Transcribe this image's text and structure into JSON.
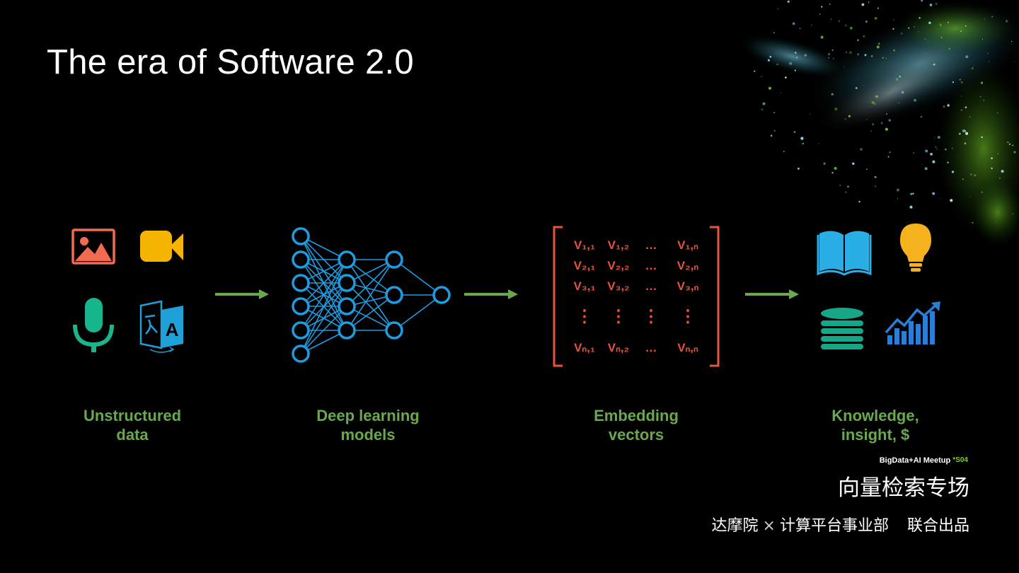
{
  "slide": {
    "title": "The era of Software 2.0"
  },
  "stages": [
    {
      "line1": "Unstructured",
      "line2": "data"
    },
    {
      "line1": "Deep learning",
      "line2": "models"
    },
    {
      "line1": "Embedding",
      "line2": "vectors"
    },
    {
      "line1": "Knowledge,",
      "line2": "insight, $"
    }
  ],
  "matrix": {
    "rows": [
      [
        "V₁,₁",
        "V₁,₂",
        "…",
        "V₁,ₙ"
      ],
      [
        "V₂,₁",
        "V₂,₂",
        "…",
        "V₂,ₙ"
      ],
      [
        "V₃,₁",
        "V₃,₂",
        "…",
        "V₃,ₙ"
      ],
      [
        "⋮",
        "⋮",
        "⋮",
        "⋮"
      ],
      [
        "Vₙ,₁",
        "Vₙ,₂",
        "…",
        "Vₙ,ₙ"
      ]
    ]
  },
  "icons": {
    "input": [
      "image-icon",
      "video-camera-icon",
      "microphone-icon",
      "translate-icon"
    ],
    "output": [
      "book-icon",
      "lightbulb-icon",
      "database-icon",
      "growth-chart-icon"
    ]
  },
  "colors": {
    "label_green": "#6aa84f",
    "arrow_green": "#6aa84f",
    "network_blue": "#1f9be0",
    "matrix_red": "#e8533a",
    "image_icon": "#f26a4f",
    "video_icon": "#f5b400",
    "mic_icon": "#19b68e",
    "translate_icon": "#1fa0d8",
    "book_icon": "#2aaee6",
    "bulb_icon": "#f6b21c",
    "database_icon": "#16a68a",
    "growth_icon": "#2a7fd4"
  },
  "branding": {
    "meetup_name": "BigData+AI  Meetup",
    "meetup_season": "*S04",
    "session_title": "向量检索专场",
    "org_1": "达摩院",
    "separator": "×",
    "org_2": "计算平台事业部",
    "credit": "联合出品"
  }
}
